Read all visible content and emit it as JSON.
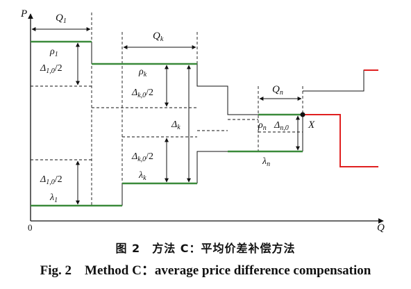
{
  "axes": {
    "y_label": "P",
    "x_label": "Q",
    "origin_label": "0"
  },
  "labels": {
    "q1": "Q",
    "q1_sub": "1",
    "qk": "Q",
    "qk_sub": "k",
    "qn": "Q",
    "qn_sub": "n",
    "rho1": "ρ",
    "rho1_sub": "1",
    "rhok": "ρ",
    "rhok_sub": "k",
    "rhon": "ρ",
    "rhon_sub": "n",
    "lambda1": "λ",
    "lambda1_sub": "1",
    "lambdak": "λ",
    "lambdak_sub": "k",
    "lambdan": "λ",
    "lambdan_sub": "n",
    "delta10_top": "Δ",
    "delta10_top_sub": "1,0",
    "delta10_top_tail": "/2",
    "delta10_bot": "Δ",
    "delta10_bot_sub": "1,0",
    "delta10_bot_tail": "/2",
    "deltak0_top": "Δ",
    "deltak0_top_sub": "k,0",
    "deltak0_top_tail": "/2",
    "deltak0_bot": "Δ",
    "deltak0_bot_sub": "k,0",
    "deltak0_bot_tail": "/2",
    "deltak": "Δ",
    "deltak_sub": "k",
    "deltan0": "Δ",
    "deltan0_sub": "n,0",
    "x_point": "X"
  },
  "caption": {
    "cn": "图 2　方法 C：平均价差补偿方法",
    "en": "Fig. 2　Method C：average price difference compensation"
  },
  "colors": {
    "green": "#3a8a3a",
    "red": "#e02020",
    "black": "#111111"
  }
}
